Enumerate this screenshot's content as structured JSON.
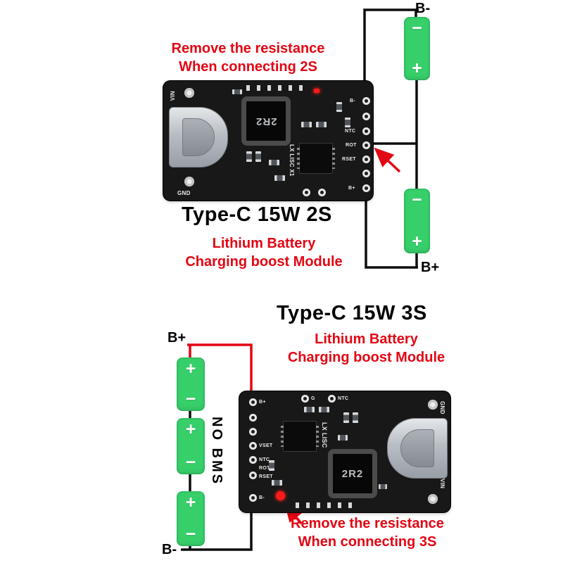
{
  "colors": {
    "accent_red": "#e30613",
    "battery_green": "#37cf6a",
    "pcb_black": "#181818",
    "wire_black": "#0d0d0d"
  },
  "s2": {
    "label_top": "B-",
    "label_bottom": "B+",
    "note1": "Remove the resistance",
    "note2": "When connecting 2S",
    "title": "Type-C 15W 2S",
    "sub1": "Lithium Battery",
    "sub2": "Charging boost Module",
    "batteries": [
      {
        "top": "−",
        "bottom": "+"
      },
      {
        "top": "−",
        "bottom": "+"
      }
    ],
    "board": {
      "inductor": "2R2",
      "vin": "VIN",
      "gnd": "GND",
      "ic": "LX LISC X1",
      "pad_labels": [
        "B-",
        "NTC",
        "ROT",
        "RSET",
        "B+"
      ]
    }
  },
  "s3": {
    "label_top": "B+",
    "label_bottom": "B-",
    "no_bms": "NO BMS",
    "note1": "Remove the resistance",
    "note2": "When connecting 3S",
    "title": "Type-C 15W 3S",
    "sub1": "Lithium Battery",
    "sub2": "Charging boost Module",
    "batteries": [
      {
        "top": "+",
        "bottom": "−"
      },
      {
        "top": "+",
        "bottom": "−"
      },
      {
        "top": "+",
        "bottom": "−"
      }
    ],
    "board": {
      "inductor": "2R2",
      "gnd": "GND",
      "vin": "VIN",
      "ic": "LX LISC",
      "pad_top_g": "G",
      "pad_top_ntc": "NTC",
      "pad_labels": [
        "B+",
        "VSET",
        "NTC",
        "ROT",
        "RSET",
        "B-"
      ]
    }
  }
}
